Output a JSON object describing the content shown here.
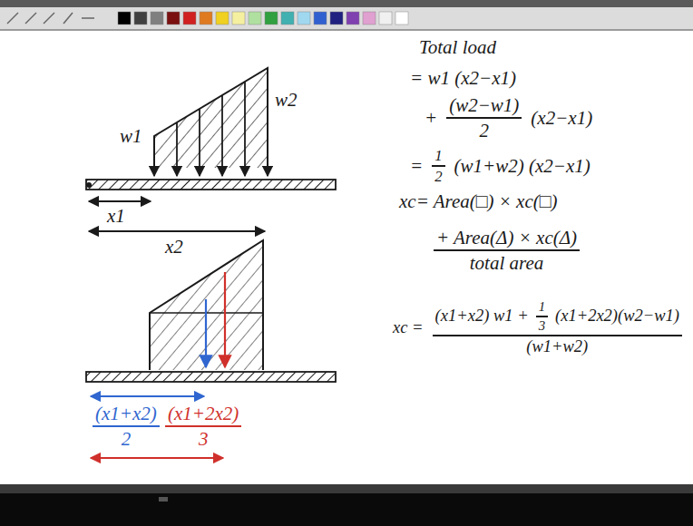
{
  "diagram": {
    "labels": [
      "w1",
      "w2",
      "x1",
      "x2",
      "(x1+x2)",
      "2",
      "(x1+2x2)",
      "3",
      "Total load",
      "= w1 (x2−x1)",
      "+",
      "(w2−w1)",
      "2",
      "(x2−x1)",
      "=",
      "1",
      "2",
      "(w1+w2) (x2−x1)",
      "xc= Area(□) × xc(□)",
      "+ Area(Δ) × xc(Δ)",
      "total area",
      "xc =",
      "(x1+x2) w1 +",
      "1",
      "3",
      "(x1+2x2)(w2−w1)",
      "(w1+w2)"
    ]
  }
}
